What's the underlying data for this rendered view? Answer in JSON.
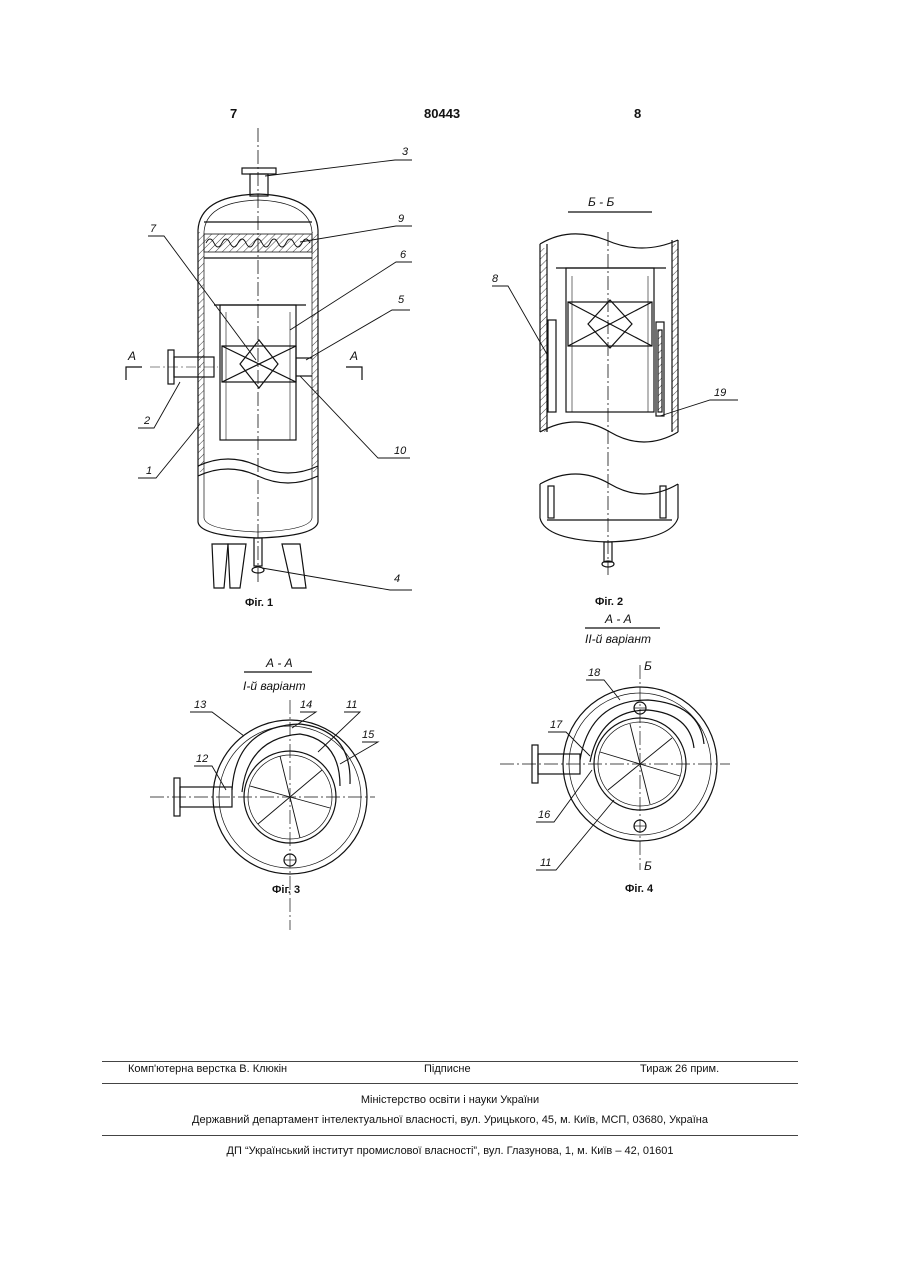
{
  "header": {
    "left_page": "7",
    "patent_number": "80443",
    "right_page": "8"
  },
  "figures": {
    "fig1": {
      "caption": "Фіг. 1",
      "section_mark": "А",
      "leaders": [
        "1",
        "2",
        "3",
        "4",
        "5",
        "6",
        "7",
        "9",
        "10"
      ]
    },
    "fig2": {
      "caption": "Фіг. 2",
      "section_title": "Б - Б",
      "leaders": [
        "8",
        "19"
      ]
    },
    "fig3": {
      "caption": "Фіг. 3",
      "section_title": "А - А",
      "variant": "І-й варіант",
      "leaders": [
        "11",
        "12",
        "13",
        "14",
        "15"
      ]
    },
    "fig4": {
      "caption": "Фіг. 4",
      "section_title": "А - А",
      "variant": "ІІ-й варіант",
      "section_mark": "Б",
      "leaders": [
        "11",
        "16",
        "17",
        "18"
      ]
    }
  },
  "footer": {
    "layout": "Комп'ютерна верстка В. Клюкін",
    "signed": "Підписне",
    "circulation": "Тираж 26 прим.",
    "ministry": "Міністерство освіти і науки України",
    "department": "Державний департамент інтелектуальної власності, вул. Урицького, 45, м. Київ, МСП, 03680, Україна",
    "institute": "ДП “Український інститут промислової власності”, вул. Глазунова, 1, м. Київ – 42, 01601"
  },
  "colors": {
    "ink": "#111111",
    "rule": "#444444"
  }
}
